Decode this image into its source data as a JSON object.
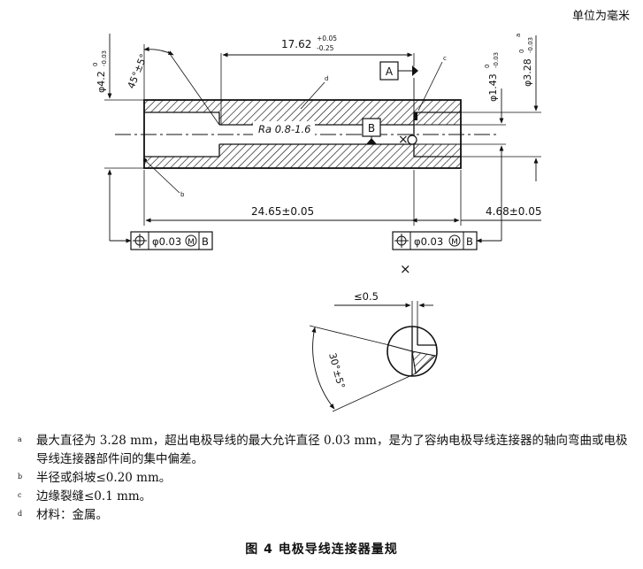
{
  "unit_label": "单位为毫米",
  "dimensions": {
    "top_length": "17.62",
    "top_tol_upper": "+0.05",
    "top_tol_lower": "-0.25",
    "left_dia": "φ4.2",
    "left_dia_tol_upper": "0",
    "left_dia_tol_lower": "-0.03",
    "chamfer_angle": "45°±5°",
    "inner_dia": "φ1.43",
    "inner_dia_tol_upper": "0",
    "inner_dia_tol_lower": "-0.03",
    "outer_dia": "φ3.28",
    "outer_dia_tol_upper": "0",
    "outer_dia_tol_lower": "-0.03",
    "overall_length": "24.65±0.05",
    "right_length": "4.68±0.05",
    "roughness": "Ra 0.8-1.6",
    "datum_a": "A",
    "datum_b": "B",
    "section_symbol": "×",
    "gap": "≤0.5",
    "slot_angle": "30°±5°"
  },
  "tolerance_frames": {
    "left": {
      "value": "φ0.03",
      "modifier": "M",
      "datum": "B"
    },
    "right": {
      "value": "φ0.03",
      "modifier": "M",
      "datum": "B"
    }
  },
  "note_refs": {
    "a": "a",
    "b": "b",
    "c": "c",
    "d": "d"
  },
  "notes": [
    {
      "mark": "a",
      "text": "最大直径为 3.28 mm，超出电极导线的最大允许直径 0.03 mm，是为了容纳电极导线连接器的轴向弯曲或电极导线连接器部件间的集中偏差。"
    },
    {
      "mark": "b",
      "text": "半径或斜坡≤0.20 mm。"
    },
    {
      "mark": "c",
      "text": "边缘裂缝≤0.1 mm。"
    },
    {
      "mark": "d",
      "text": "材料：金属。"
    }
  ],
  "caption": "图 4   电极导线连接器量规"
}
